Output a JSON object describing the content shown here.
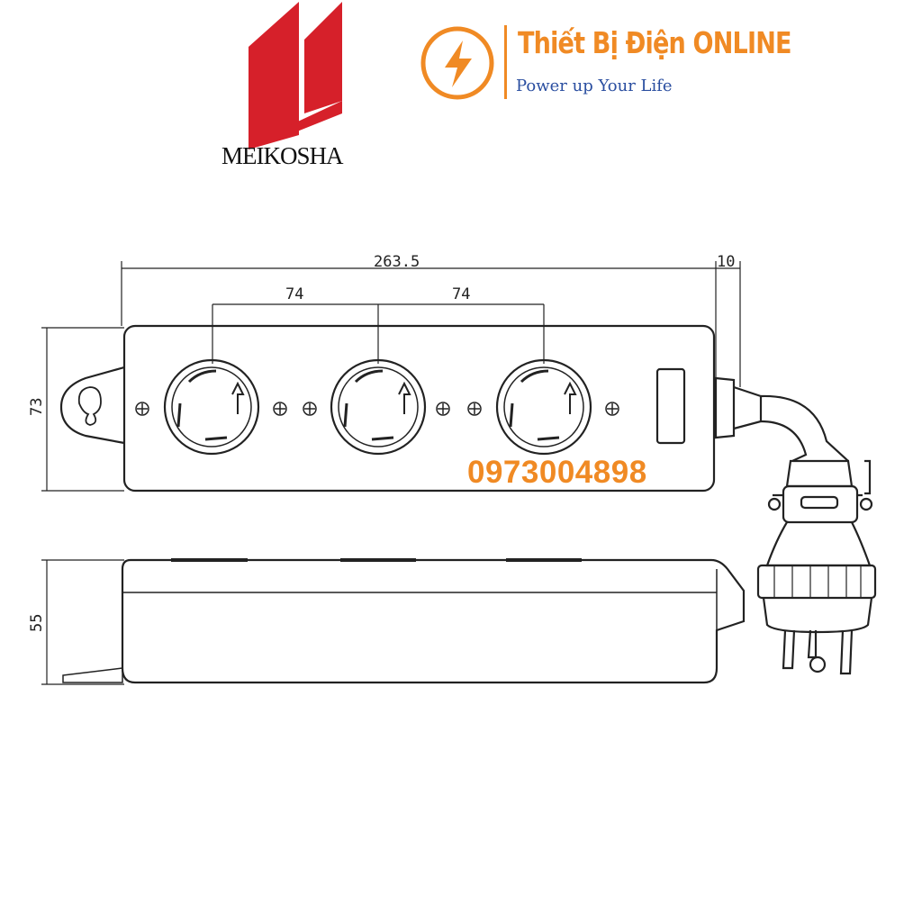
{
  "brand": {
    "name": "MEIKOSHA",
    "colors": {
      "red": "#d6202a"
    }
  },
  "shop": {
    "title": "Thiết Bị Điện ONLINE",
    "tagline": "Power up Your Life",
    "icon": "lightning-icon",
    "colors": {
      "accent": "#f08a24",
      "tagline": "#2a4ea0"
    }
  },
  "contact": {
    "phone": "0973004898"
  },
  "dimensions": {
    "overall_length": "263.5",
    "cord_offset": "10",
    "outlet_spacing_1": "74",
    "outlet_spacing_2": "74",
    "height_top_view": "73",
    "height_side_view": "55"
  },
  "drawing": {
    "outlets_count": 3,
    "line_color": "#222222"
  }
}
